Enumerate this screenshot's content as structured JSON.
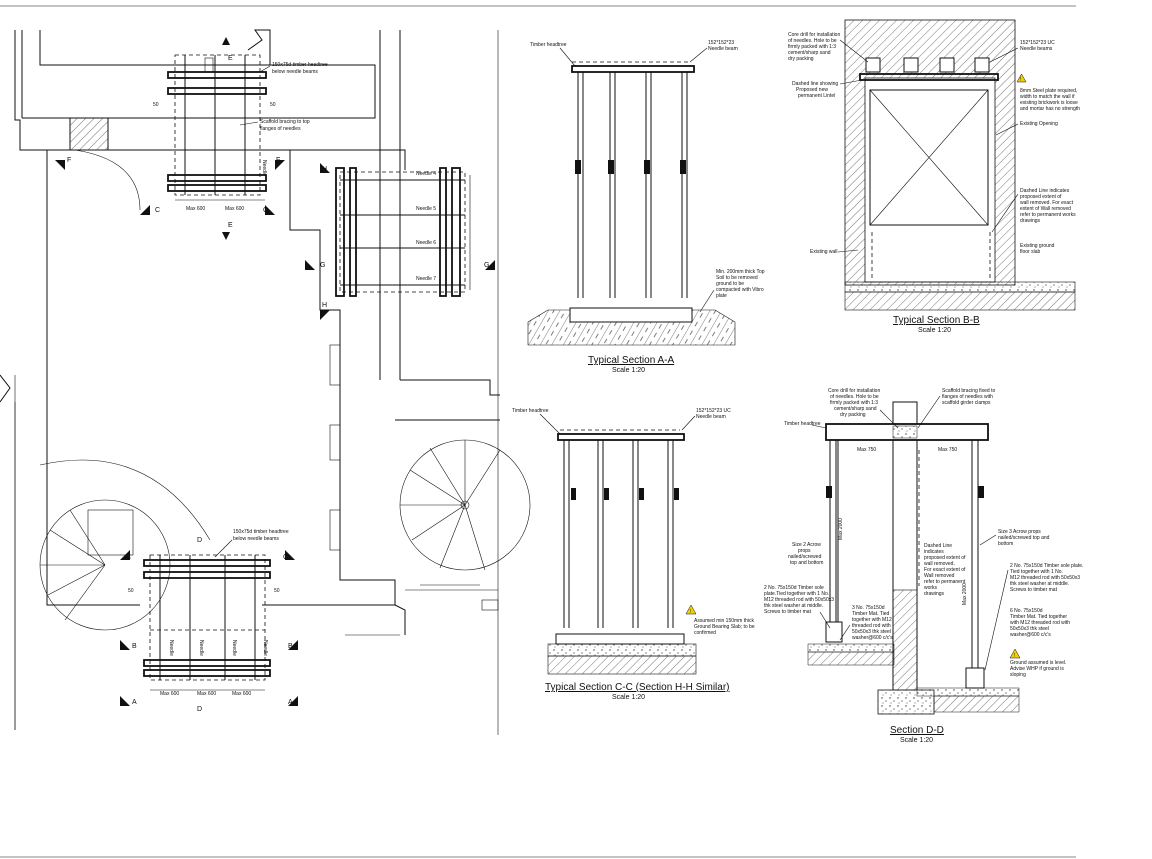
{
  "colors": {
    "line": "#111111",
    "hatch": "#555555",
    "warning": "#f2d100",
    "background": "#ffffff"
  },
  "icons": [
    "warning-icon",
    "section-arrow-icon",
    "spiral-stair-icon"
  ],
  "plan": {
    "label_e": "E",
    "label_f": "F",
    "label_c": "C",
    "label_h": "H",
    "label_g": "G",
    "label_d": "D",
    "label_b": "B",
    "label_a": "A",
    "dim_50": "50",
    "dim_max600": "Max 600",
    "needle": "Needle",
    "needle4": "Needle 4",
    "needle5": "Needle 5",
    "needle6": "Needle 6",
    "needle7": "Needle 7",
    "note_headtree_top": "150x75d timber headtree below needle beams",
    "note_headtree_bottom": "150x75d timber headtree below needle beams",
    "note_bracing": "Scaffold bracing to top flanges of needles"
  },
  "section_aa": {
    "title": "Typical Section A-A",
    "scale": "Scale 1:20",
    "timber_headtree": "Timber headtree",
    "needle_beam": "152*152*23 Needle beam",
    "ground_note": "Min. 200mm thick Top Soil to be removed ground to be compacted with Vibro plate"
  },
  "section_bb": {
    "title": "Typical Section B-B",
    "scale": "Scale 1:20",
    "core_drill": "Core drill for installation of needles. Hole to be firmly packed with 1:3 cement/sharp sand dry packing",
    "needle_beam": "152*152*23 UC Needle beams",
    "dashed_line": "Dashed line showing Proposed new permanent Lintel",
    "steel_plate": "8mm Steel plate required, width to match the wall if existing brickwork is loose and mortar has no strength",
    "existing_opening": "Existing Opening",
    "dashed_extent": "Dashed Line indicates proposed extent of wall removed. For exact extent of Wall removed refer to permanent works drawings",
    "existing_wall": "Existing wall",
    "ground_floor": "Existing ground floor slab"
  },
  "section_cc": {
    "title": "Typical Section C-C (Section H-H Similar)",
    "scale": "Scale 1:20",
    "timber_headtree": "Timber headtree",
    "needle_beam": "152*152*23 UC Needle beam",
    "bearing_note": "Assumed min 150mm thick Ground Bearing Slab; to be confirmed"
  },
  "section_dd": {
    "title": "Section D-D",
    "scale": "Scale 1:20",
    "core_drill": "Core drill for installation of needles. Hole to be firmly packed with 1:3 cement/sharp sand dry packing",
    "scaffold_bracing": "Scaffold bracing fixed to flanges of needles with scaffold girder clamps",
    "timber_headtree": "Timber headtree",
    "max750": "Max 750",
    "size2": "Size 2 Acrow props nailed/screwed top and bottom",
    "size3": "Size 3 Acrow props nailed/screwed top and bottom",
    "dashed_line": "Dashed Line indicates proposed extent of wall removed. For exact extent of Wall removed refer to permanent works drawings",
    "sole_left": "2 No. 75x150d Timber sole plate.Tied together with 1 No. M12 threaded rod with 50x50x3 thk steel washer at middle. Screws to timber mat",
    "mat_left": "3 No. 75x150d Timber Mat. Tied together with M12 threaded rod with 50x50x3 thk steel washer@600 c/c's",
    "sole_right": "2 No. 75x150d Timber sole plate. Tied together with 1 No. M12 threaded rod with 50x50x3 thk steel washer at middle. Screws to timber mat",
    "mat_right": "6 No. 75x150d Timber Mat. Tied together with M12 threaded rod with 50x50x3 thk steel washer@600 c/c's",
    "ground_note": "Ground assumed is level. Advise WHP if ground is sloping",
    "max2000": "Max 2000"
  }
}
